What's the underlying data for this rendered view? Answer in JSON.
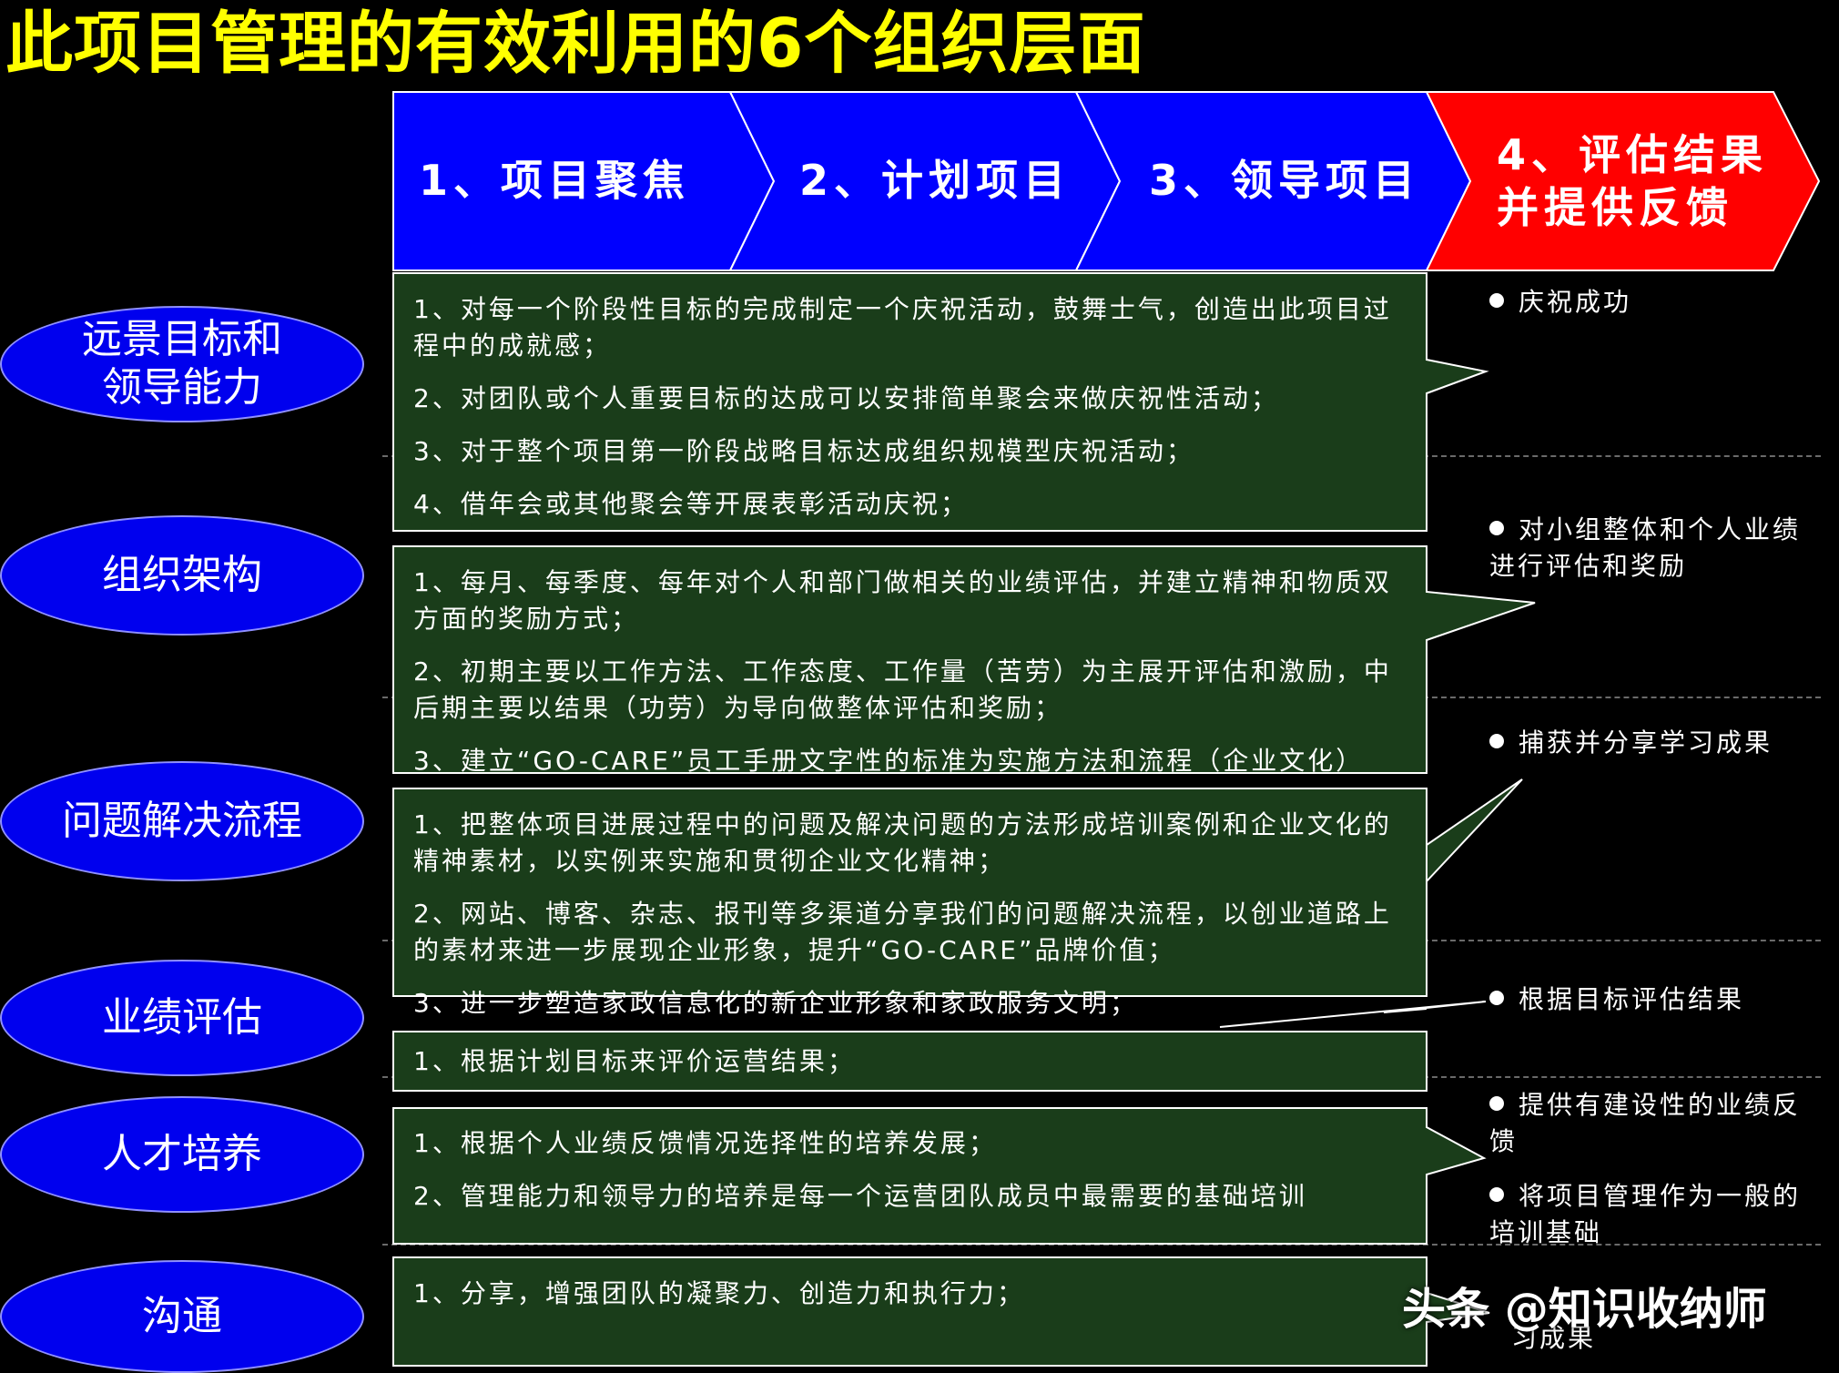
{
  "title": "此项目管理的有效利用的6个组织层面",
  "steps": [
    {
      "label": "1、项目聚焦",
      "color": "#0000ff"
    },
    {
      "label": "2、计划项目",
      "color": "#0000ff"
    },
    {
      "label": "3、领导项目",
      "color": "#0000ff"
    },
    {
      "label": "4、评估结果\n并提供反馈",
      "color": "#ff0000"
    }
  ],
  "levels": [
    {
      "label": "远景目标和\n领导能力"
    },
    {
      "label": "组织架构"
    },
    {
      "label": "问题解决流程"
    },
    {
      "label": "业绩评估"
    },
    {
      "label": "人才培养"
    },
    {
      "label": "沟通"
    }
  ],
  "boxes": [
    {
      "items": [
        "1、对每一个阶段性目标的完成制定一个庆祝活动，鼓舞士气，创造出此项目过程中的成就感；",
        "2、对团队或个人重要目标的达成可以安排简单聚会来做庆祝性活动；",
        "3、对于整个项目第一阶段战略目标达成组织规模型庆祝活动；",
        "4、借年会或其他聚会等开展表彰活动庆祝；"
      ]
    },
    {
      "items": [
        "1、每月、每季度、每年对个人和部门做相关的业绩评估，并建立精神和物质双方面的奖励方式；",
        "2、初期主要以工作方法、工作态度、工作量（苦劳）为主展开评估和激励，中后期主要以结果（功劳）为导向做整体评估和奖励；",
        "3、建立“GO-CARE”员工手册文字性的标准为实施方法和流程（企业文化）"
      ]
    },
    {
      "items": [
        "1、把整体项目进展过程中的问题及解决问题的方法形成培训案例和企业文化的精神素材，以实例来实施和贯彻企业文化精神；",
        "2、网站、博客、杂志、报刊等多渠道分享我们的问题解决流程，以创业道路上的素材来进一步展现企业形象，提升“GO-CARE”品牌价值；",
        "3、进一步塑造家政信息化的新企业形象和家政服务文明；"
      ]
    },
    {
      "items": [
        "1、根据计划目标来评价运营结果；"
      ]
    },
    {
      "items": [
        "1、根据个人业绩反馈情况选择性的培养发展；",
        "2、管理能力和领导力的培养是每一个运营团队成员中最需要的基础培训"
      ]
    },
    {
      "items": [
        "1、分享，增强团队的凝聚力、创造力和执行力；"
      ]
    }
  ],
  "feedback": [
    "庆祝成功",
    "对小组整体和个人业绩进行评估和奖励",
    "捕获并分享学习成果",
    "根据目标评估结果",
    "提供有建设性的业绩反馈",
    "将项目管理作为一般的培训基础",
    "习成果"
  ],
  "watermark": "头条 @知识收纳师",
  "colors": {
    "title": "#ffff00",
    "box_fill": "#1a3d1a",
    "ellipse": "#0000ee",
    "arrow_blue": "#0000ff",
    "arrow_red": "#ff0000"
  }
}
